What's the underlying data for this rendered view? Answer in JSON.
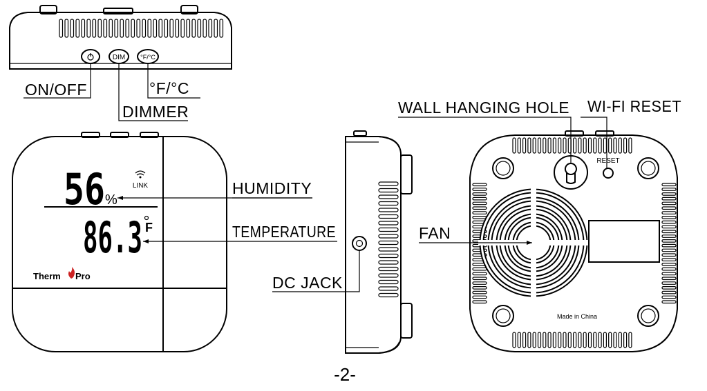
{
  "labels": {
    "on_off": "ON/OFF",
    "dimmer": "DIMMER",
    "unit_toggle": "°F/°C",
    "humidity": "HUMIDITY",
    "temperature": "TEMPERATURE",
    "dc_jack": "DC JACK",
    "wall_hanging_hole": "WALL HANGING HOLE",
    "wifi_reset": "WI-FI RESET",
    "fan": "FAN"
  },
  "buttons": {
    "dim": "DIM",
    "unit": "°F/°C"
  },
  "display": {
    "humidity_value": "56",
    "humidity_unit": "%",
    "temperature_value": "86.3",
    "temperature_unit": "F",
    "wifi_text": "LINK"
  },
  "brand": {
    "name_left": "Therm",
    "name_right": "Pro"
  },
  "back": {
    "reset_text": "RESET",
    "made_in": "Made in China"
  },
  "page_number": "-2-"
}
